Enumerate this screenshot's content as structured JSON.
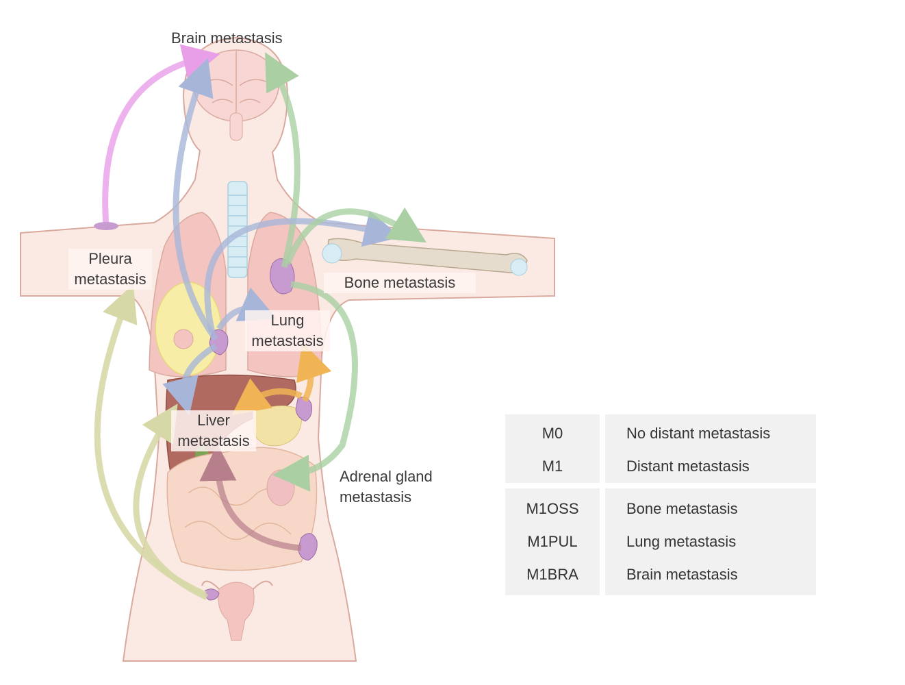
{
  "labels": {
    "brain": "Brain metastasis",
    "pleura_line1": "Pleura",
    "pleura_line2": "metastasis",
    "bone": "Bone metastasis",
    "lung_line1": "Lung",
    "lung_line2": "metastasis",
    "liver_line1": "Liver",
    "liver_line2": "metastasis",
    "adrenal_line1": "Adrenal gland",
    "adrenal_line2": "metastasis"
  },
  "table": {
    "group1": [
      {
        "code": "M0",
        "description": "No distant metastasis"
      },
      {
        "code": "M1",
        "description": "Distant metastasis"
      }
    ],
    "group2": [
      {
        "code": "M1OSS",
        "description": "Bone metastasis"
      },
      {
        "code": "M1PUL",
        "description": "Lung metastasis"
      },
      {
        "code": "M1BRA",
        "description": "Brain metastasis"
      }
    ]
  },
  "colors": {
    "skin": "#fbe9e4",
    "outline": "#d9a99e",
    "lung": "#f3c4c0",
    "liver": "#b06a5f",
    "breast": "#f7eda6",
    "tumor": "#c79ad0",
    "arrow_pink": "#e99fe8",
    "arrow_blue": "#a7b6d8",
    "arrow_green": "#a9cfa3",
    "arrow_olive": "#d7d8a7",
    "arrow_orange": "#f0b454",
    "arrow_maroon": "#b77f8c",
    "table_bg": "#f1f1f1"
  }
}
